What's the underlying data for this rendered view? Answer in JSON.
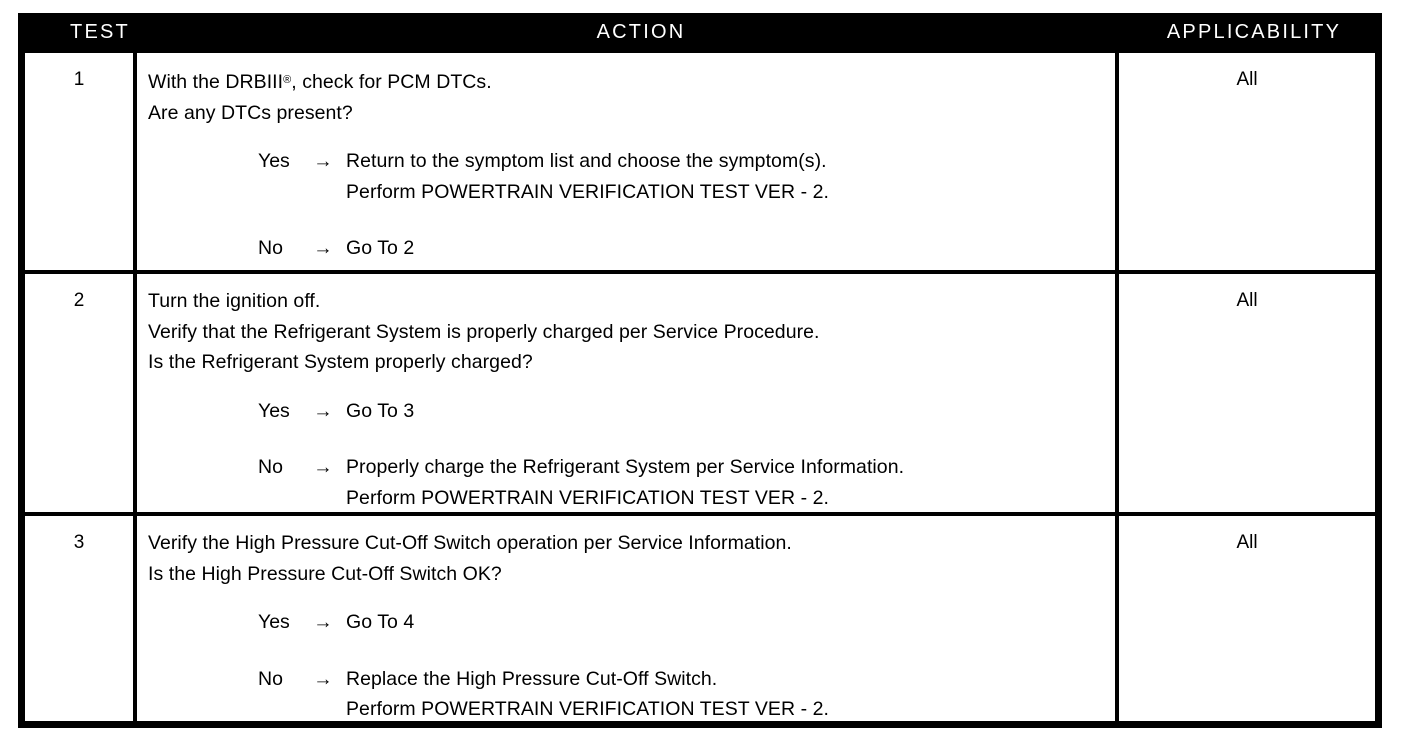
{
  "table": {
    "headers": {
      "test": "TEST",
      "action": "ACTION",
      "applicability": "APPLICABILITY"
    },
    "rows": [
      {
        "test": "1",
        "applicability": "All",
        "statements": [
          "With the DRBIII®, check for PCM DTCs.",
          "Are any DTCs present?"
        ],
        "branches": [
          {
            "label": "Yes",
            "arrow": "→",
            "lines": [
              "Return to the symptom list and choose the symptom(s).",
              "Perform POWERTRAIN VERIFICATION TEST VER - 2."
            ]
          },
          {
            "label": "No",
            "arrow": "→",
            "lines": [
              "Go To   2"
            ]
          }
        ]
      },
      {
        "test": "2",
        "applicability": "All",
        "statements": [
          "Turn the ignition off.",
          "Verify that the Refrigerant System is properly charged per Service Procedure.",
          "Is the Refrigerant System properly charged?"
        ],
        "branches": [
          {
            "label": "Yes",
            "arrow": "→",
            "lines": [
              "Go To   3"
            ]
          },
          {
            "label": "No",
            "arrow": "→",
            "lines": [
              "Properly charge the Refrigerant System per Service Information.",
              "Perform POWERTRAIN VERIFICATION TEST VER - 2."
            ]
          }
        ]
      },
      {
        "test": "3",
        "applicability": "All",
        "statements": [
          "Verify the High Pressure Cut-Off Switch operation per Service Information.",
          "Is the High Pressure Cut-Off Switch OK?"
        ],
        "branches": [
          {
            "label": "Yes",
            "arrow": "→",
            "lines": [
              "Go To   4"
            ]
          },
          {
            "label": "No",
            "arrow": "→",
            "lines": [
              "Replace the High Pressure Cut-Off Switch.",
              "Perform POWERTRAIN VERIFICATION TEST VER - 2."
            ]
          }
        ]
      }
    ]
  },
  "colors": {
    "header_background": "#000000",
    "header_text": "#ffffff",
    "border": "#000000",
    "body_text": "#000000",
    "page_background": "#ffffff"
  }
}
